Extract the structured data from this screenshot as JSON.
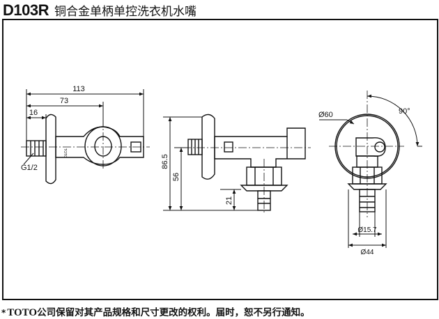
{
  "header": {
    "model": "D103R",
    "product_name": "铜合金单柄单控洗衣机水嘴"
  },
  "dimensions": {
    "length_total": "113",
    "length_body": "73",
    "flange_offset": "16",
    "thread": "G1/2",
    "height_total": "86.5",
    "height_mid": "56",
    "height_outlet": "21",
    "flange_diameter": "Ø60",
    "rotation_angle": "90°",
    "outlet_diameter": "Ø15.7",
    "base_diameter": "Ø44"
  },
  "labels": {
    "body_marking": "TOTO"
  },
  "footer": {
    "star": "*",
    "brand": "TOTO",
    "notice": "公司保留对其产品规格和尺寸更改的权利。届时，恕不另行通知。"
  }
}
